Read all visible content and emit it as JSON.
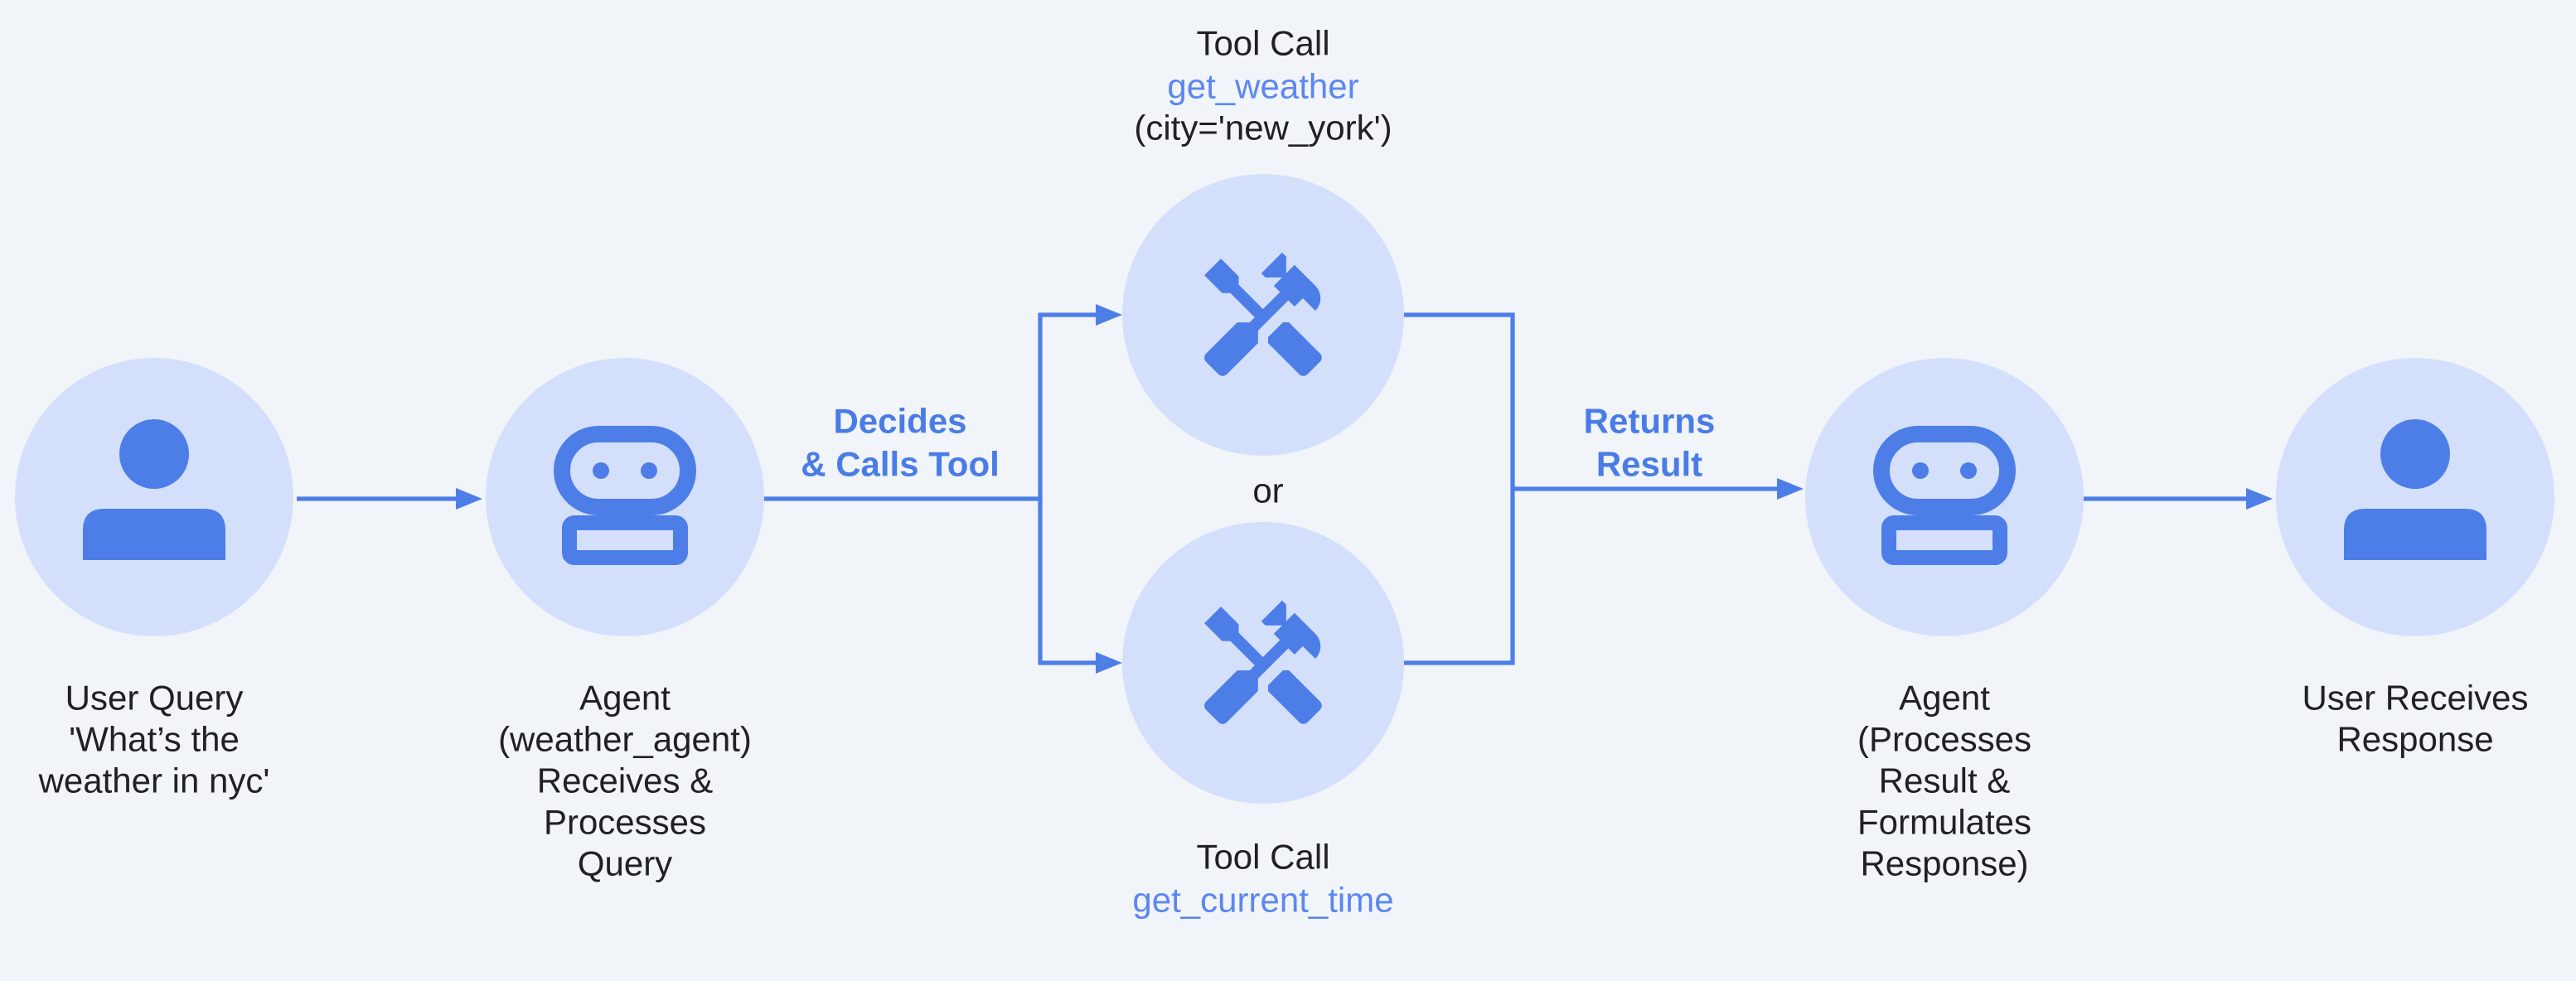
{
  "colors": {
    "background": "#f1f4f9",
    "node_fill": "#d4e0fb",
    "accent_blue": "#4d7ee8",
    "tool_link_blue": "#5b87f0",
    "text_dark": "#202124"
  },
  "nodes": {
    "user_start": {
      "lines": [
        "User Query",
        "'What’s the",
        "weather in nyc'"
      ]
    },
    "agent_receive": {
      "lines": [
        "Agent",
        "(weather_agent)",
        "Receives &",
        "Processes",
        "Query"
      ]
    },
    "tool_weather": {
      "lines": [
        "Tool Call",
        "get_weather",
        "(city='new_york')"
      ]
    },
    "tool_time": {
      "lines": [
        "Tool Call",
        "get_current_time"
      ]
    },
    "agent_respond": {
      "lines": [
        "Agent",
        "(Processes",
        "Result &",
        "Formulates",
        "Response)"
      ]
    },
    "user_end": {
      "lines": [
        "User Receives",
        "Response"
      ]
    }
  },
  "edges": {
    "decides": {
      "lines": [
        "Decides",
        "& Calls Tool"
      ]
    },
    "returns": {
      "lines": [
        "Returns",
        "Result"
      ]
    },
    "or_label": "or"
  },
  "icons": {
    "user_start": "person-icon",
    "agent_receive": "robot-icon",
    "tool_weather": "hammer-wrench-icon",
    "tool_time": "hammer-wrench-icon",
    "agent_respond": "robot-icon",
    "user_end": "person-icon"
  }
}
